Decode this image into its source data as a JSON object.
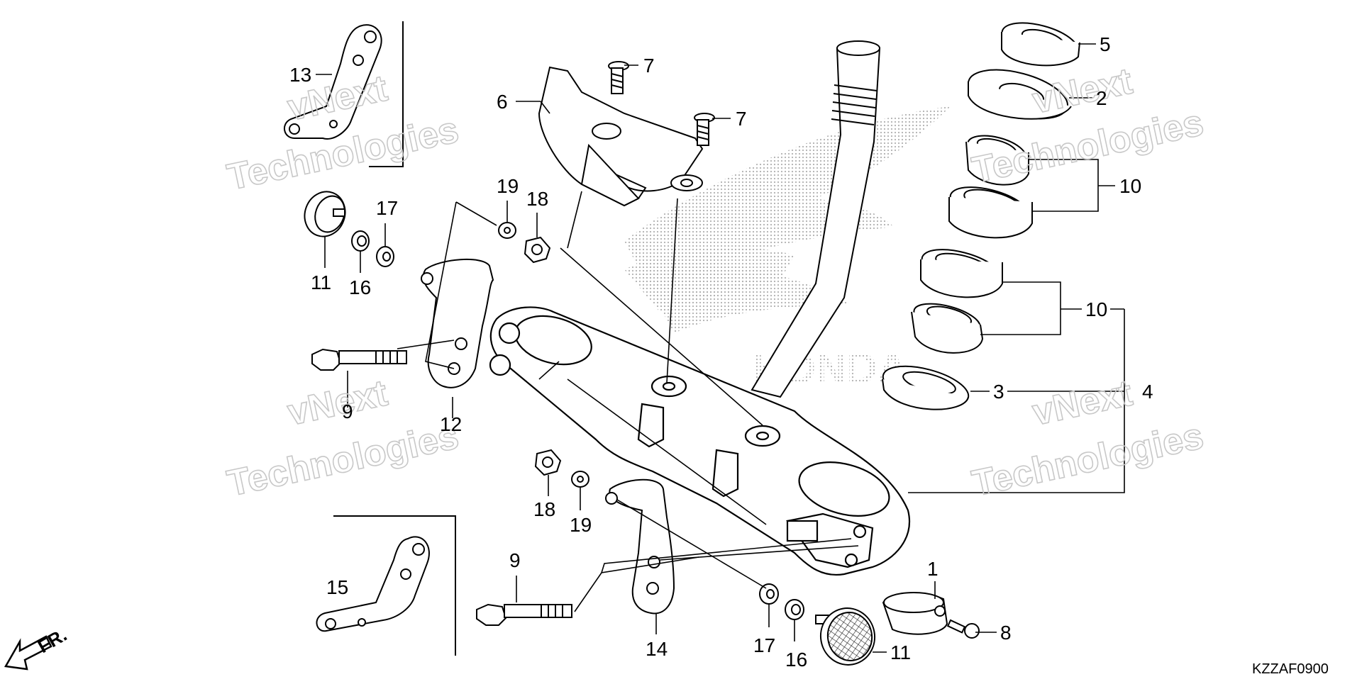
{
  "diagram": {
    "code": "KZZAF0900",
    "front_marker": "FR.",
    "callouts": [
      "1",
      "2",
      "3",
      "4",
      "5",
      "6",
      "7",
      "7",
      "8",
      "9",
      "9",
      "10",
      "10",
      "11",
      "11",
      "12",
      "13",
      "14",
      "15",
      "16",
      "16",
      "17",
      "17",
      "18",
      "18",
      "19",
      "19"
    ]
  },
  "watermark": {
    "line1": "vNext",
    "line2": "Technologies"
  }
}
